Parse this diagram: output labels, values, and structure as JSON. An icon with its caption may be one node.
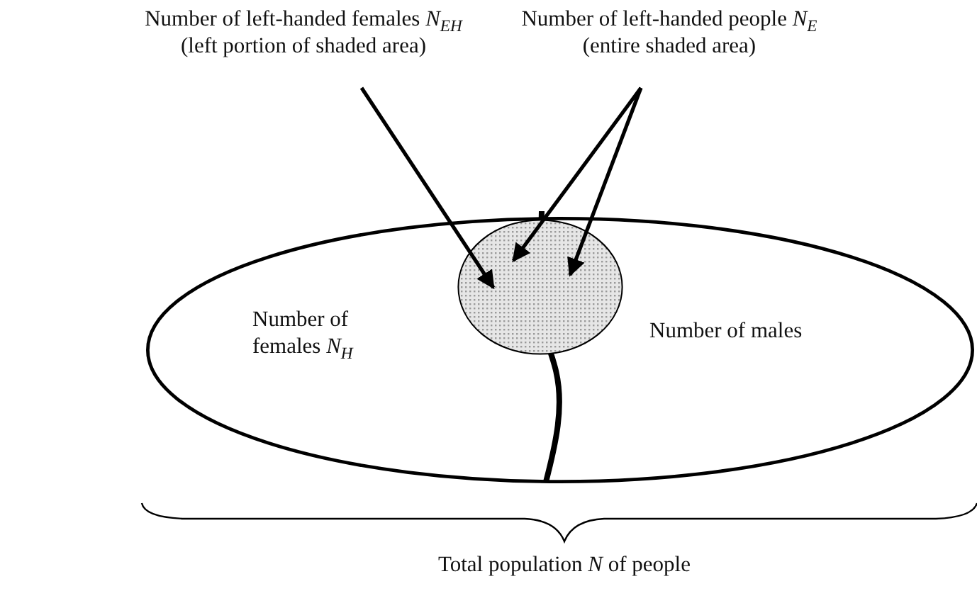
{
  "diagram": {
    "nodes": [
      {
        "text": [
          "Number of left-handed females *N*$_{EH}$",
          "(left portion of shaded area)"
        ]
      },
      {
        "text": [
          "Number of left-handed people *N*$_{E}$",
          "(entire shaded area)"
        ]
      },
      {
        "text": [],
        "shape": "ellipse"
      },
      {
        "text": [],
        "shape": "circle",
        "in": 2
      },
      {
        "text": [
          "Number of females *N*$_{H}$"
        ],
        "in": 2
      },
      {
        "text": [
          "Number of males"
        ],
        "in": 2
      }
    ],
    "edges": [
      {
        "from": 0,
        "to": 3,
        "arrow": "to"
      },
      {
        "from": 1,
        "to": 3,
        "arrow": "to"
      },
      {
        "from": 1,
        "to": 3,
        "arrow": "to"
      }
    ],
    "labels": [
      "Total population *N* of people"
    ]
  }
}
